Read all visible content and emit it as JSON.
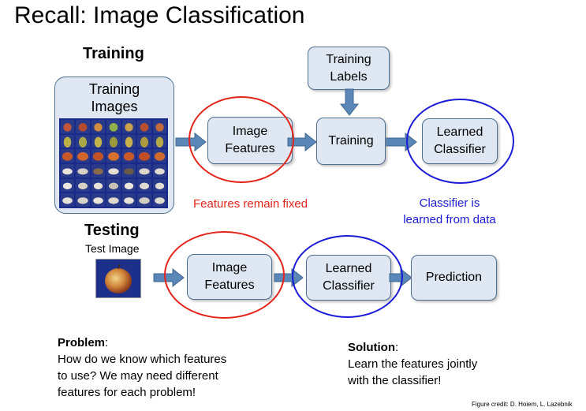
{
  "title": "Recall: Image Classification",
  "training": {
    "heading": "Training",
    "images_label_line1": "Training",
    "images_label_line2": "Images",
    "features_line1": "Image",
    "features_line2": "Features",
    "training_box": "Training",
    "labels_line1": "Training",
    "labels_line2": "Labels",
    "learned_line1": "Learned",
    "learned_line2": "Classifier"
  },
  "annotations": {
    "features_fixed": "Features remain fixed",
    "classifier_learned_line1": "Classifier is",
    "classifier_learned_line2": "learned from data"
  },
  "testing": {
    "heading": "Testing",
    "test_image_label": "Test Image",
    "features_line1": "Image",
    "features_line2": "Features",
    "learned_line1": "Learned",
    "learned_line2": "Classifier",
    "prediction": "Prediction"
  },
  "problem": {
    "heading": "Problem",
    "line1": "How do we know which features",
    "line2": "to use? We may need different",
    "line3": "features for each problem!"
  },
  "solution": {
    "heading": "Solution",
    "line1": "Learn the features jointly",
    "line2": "with the classifier!"
  },
  "credit": "Figure credit: D. Hoiem, L. Lazebnik",
  "colors": {
    "box_fill": "#dfe7f2",
    "box_border": "#4f6f91",
    "arrow": "#5a86b8",
    "red_ellipse": "#e3241b",
    "blue_ellipse": "#1b1bd6"
  }
}
